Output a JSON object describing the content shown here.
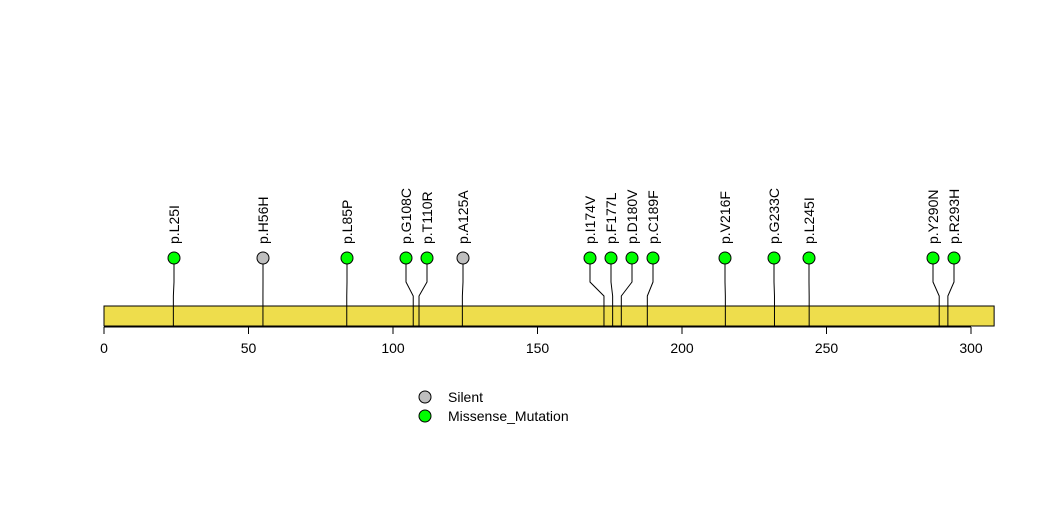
{
  "chart_data": {
    "type": "lollipop",
    "title": "",
    "xlabel": "",
    "ylabel": "",
    "protein_length": 308,
    "xlim": [
      0,
      308
    ],
    "x_ticks": [
      0,
      50,
      100,
      150,
      200,
      250,
      300
    ],
    "x_tick_labels": [
      "0",
      "50",
      "100",
      "150",
      "200",
      "250",
      "300"
    ],
    "domain_color": "#EEDD4C",
    "mutations": [
      {
        "label": "p.L25I",
        "position": 25,
        "type": "Missense_Mutation"
      },
      {
        "label": "p.H56H",
        "position": 56,
        "type": "Silent"
      },
      {
        "label": "p.L85P",
        "position": 85,
        "type": "Missense_Mutation"
      },
      {
        "label": "p.G108C",
        "position": 108,
        "type": "Missense_Mutation"
      },
      {
        "label": "p.T110R",
        "position": 110,
        "type": "Missense_Mutation"
      },
      {
        "label": "p.A125A",
        "position": 125,
        "type": "Silent"
      },
      {
        "label": "p.I174V",
        "position": 174,
        "type": "Missense_Mutation"
      },
      {
        "label": "p.F177L",
        "position": 177,
        "type": "Missense_Mutation"
      },
      {
        "label": "p.D180V",
        "position": 180,
        "type": "Missense_Mutation"
      },
      {
        "label": "p.C189F",
        "position": 189,
        "type": "Missense_Mutation"
      },
      {
        "label": "p.V216F",
        "position": 216,
        "type": "Missense_Mutation"
      },
      {
        "label": "p.G233C",
        "position": 233,
        "type": "Missense_Mutation"
      },
      {
        "label": "p.L245I",
        "position": 245,
        "type": "Missense_Mutation"
      },
      {
        "label": "p.Y290N",
        "position": 290,
        "type": "Missense_Mutation"
      },
      {
        "label": "p.R293H",
        "position": 293,
        "type": "Missense_Mutation"
      }
    ],
    "legend": [
      {
        "label": "Silent",
        "color": "#BEBEBE"
      },
      {
        "label": "Missense_Mutation",
        "color": "#00FF00"
      }
    ],
    "legend_position": "bottom-center"
  }
}
